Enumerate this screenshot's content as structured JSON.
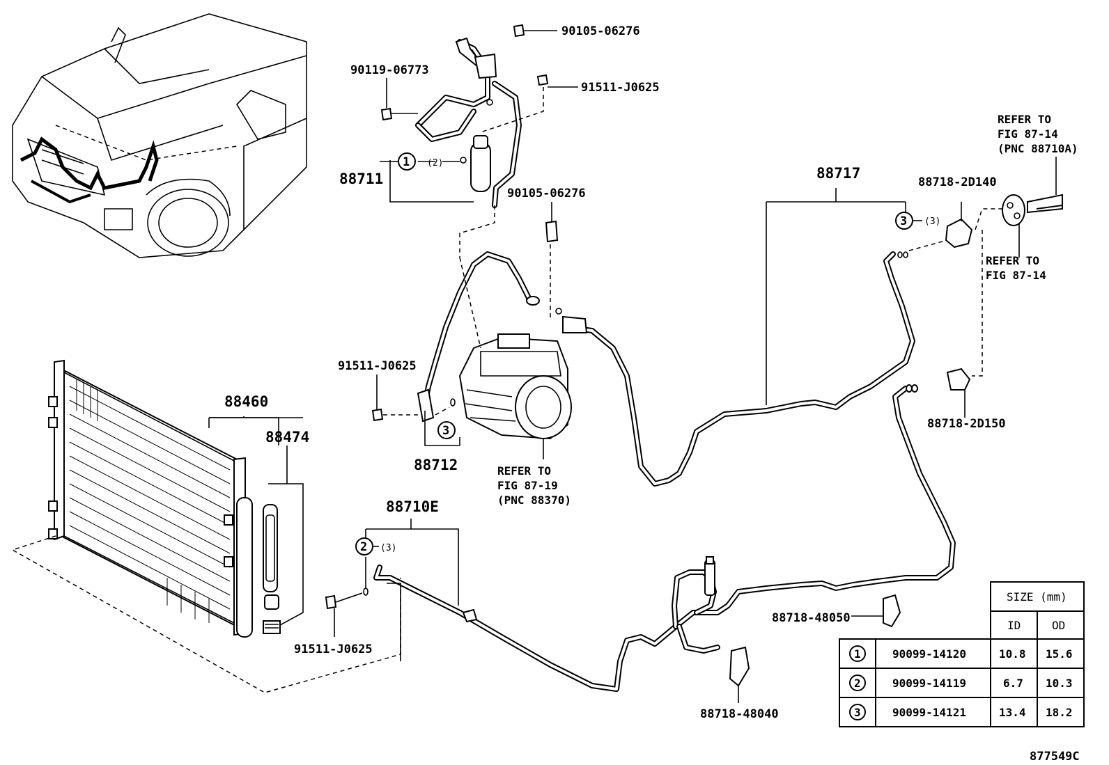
{
  "labels": {
    "p90105_top": "90105-06276",
    "p90119": "90119-06773",
    "p91511_top": "91511-J0625",
    "p88711": "88711",
    "p90105_mid": "90105-06276",
    "p88717": "88717",
    "p88718_2D140": "88718-2D140",
    "p88718_2D150": "88718-2D150",
    "p91511_mid": "91511-J0625",
    "p88712": "88712",
    "p88460": "88460",
    "p88474": "88474",
    "p88710E": "88710E",
    "p91511_bot": "91511-J0625",
    "p88718_48050": "88718-48050",
    "p88718_48040": "88718-48040",
    "qty_2": "(2)",
    "qty_3a": "(3)",
    "qty_3b": "(3)",
    "circle_1": "1",
    "circle_2": "2",
    "circle_3a": "3",
    "circle_3b": "3",
    "figure_id": "877549C"
  },
  "refs": {
    "ref_a_1": "REFER TO",
    "ref_a_2": "FIG 87-14",
    "ref_a_3": "(PNC 88710A)",
    "ref_b_1": "REFER TO",
    "ref_b_2": "FIG 87-14",
    "ref_c_1": "REFER TO",
    "ref_c_2": "FIG 87-19",
    "ref_c_3": "(PNC 88370)"
  },
  "table": {
    "header": "SIZE (mm)",
    "col_id": "ID",
    "col_od": "OD",
    "rows": [
      {
        "mark": "1",
        "part": "90099-14120",
        "id": "10.8",
        "od": "15.6"
      },
      {
        "mark": "2",
        "part": "90099-14119",
        "id": "6.7",
        "od": "10.3"
      },
      {
        "mark": "3",
        "part": "90099-14121",
        "id": "13.4",
        "od": "18.2"
      }
    ]
  }
}
